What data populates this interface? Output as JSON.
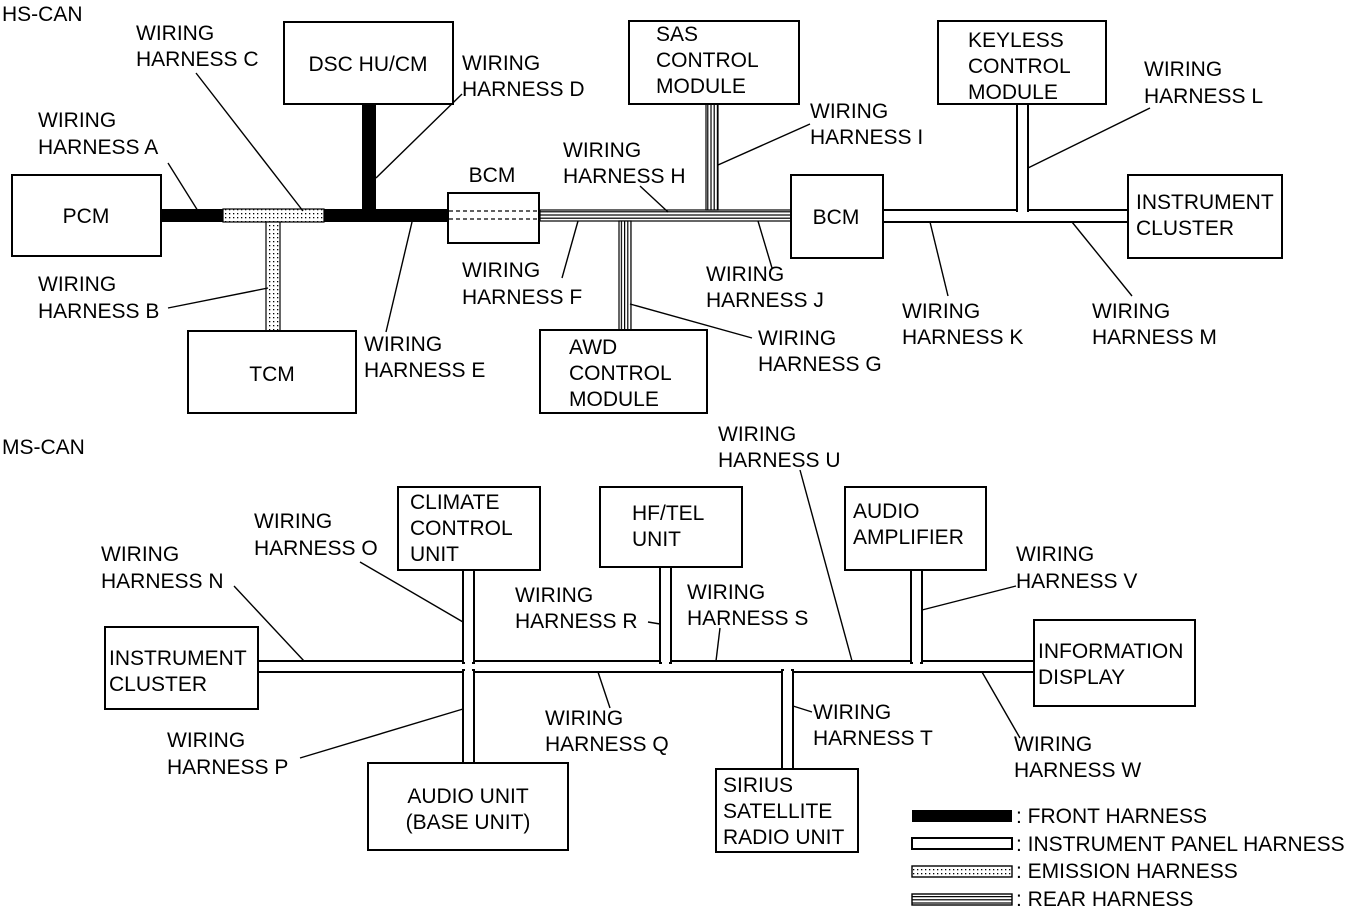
{
  "sections": {
    "hs": "HS-CAN",
    "ms": "MS-CAN"
  },
  "modules": {
    "pcm": [
      "PCM"
    ],
    "tcm": [
      "TCM"
    ],
    "dsc": [
      "DSC HU/CM"
    ],
    "bcm_small": [
      "BCM"
    ],
    "sas": [
      "SAS",
      "CONTROL",
      "MODULE"
    ],
    "awd": [
      "AWD",
      "CONTROL",
      "MODULE"
    ],
    "bcm": [
      "BCM"
    ],
    "keyless": [
      "KEYLESS",
      "CONTROL",
      "MODULE"
    ],
    "ic_hs": [
      "INSTRUMENT",
      "CLUSTER"
    ],
    "climate": [
      "CLIMATE",
      "CONTROL",
      "UNIT"
    ],
    "hftel": [
      "HF/TEL",
      "UNIT"
    ],
    "audio_amp": [
      "AUDIO",
      "AMPLIFIER"
    ],
    "ic_ms": [
      "INSTRUMENT",
      "CLUSTER"
    ],
    "info_display": [
      "INFORMATION",
      "DISPLAY"
    ],
    "audio_unit": [
      "AUDIO UNIT",
      "(BASE UNIT)"
    ],
    "sirius": [
      "SIRIUS",
      "SATELLITE",
      "RADIO UNIT"
    ]
  },
  "harnesses": {
    "a": [
      "WIRING",
      "HARNESS A"
    ],
    "b": [
      "WIRING",
      "HARNESS B"
    ],
    "c": [
      "WIRING",
      "HARNESS C"
    ],
    "d": [
      "WIRING",
      "HARNESS D"
    ],
    "e": [
      "WIRING",
      "HARNESS E"
    ],
    "f": [
      "WIRING",
      "HARNESS F"
    ],
    "g": [
      "WIRING",
      "HARNESS G"
    ],
    "h": [
      "WIRING",
      "HARNESS H"
    ],
    "i": [
      "WIRING",
      "HARNESS I"
    ],
    "j": [
      "WIRING",
      "HARNESS J"
    ],
    "k": [
      "WIRING",
      "HARNESS K"
    ],
    "l": [
      "WIRING",
      "HARNESS L"
    ],
    "m": [
      "WIRING",
      "HARNESS M"
    ],
    "n": [
      "WIRING",
      "HARNESS N"
    ],
    "o": [
      "WIRING",
      "HARNESS O"
    ],
    "p": [
      "WIRING",
      "HARNESS P"
    ],
    "q": [
      "WIRING",
      "HARNESS Q"
    ],
    "r": [
      "WIRING",
      "HARNESS R"
    ],
    "s": [
      "WIRING",
      "HARNESS S"
    ],
    "t": [
      "WIRING",
      "HARNESS T"
    ],
    "u": [
      "WIRING",
      "HARNESS U"
    ],
    "v": [
      "WIRING",
      "HARNESS V"
    ],
    "w": [
      "WIRING",
      "HARNESS W"
    ]
  },
  "legend": [
    {
      "kind": "front",
      "label": ": FRONT HARNESS"
    },
    {
      "kind": "instrument",
      "label": ": INSTRUMENT PANEL HARNESS"
    },
    {
      "kind": "emission",
      "label": ": EMISSION HARNESS"
    },
    {
      "kind": "rear",
      "label": ": REAR HARNESS"
    }
  ]
}
